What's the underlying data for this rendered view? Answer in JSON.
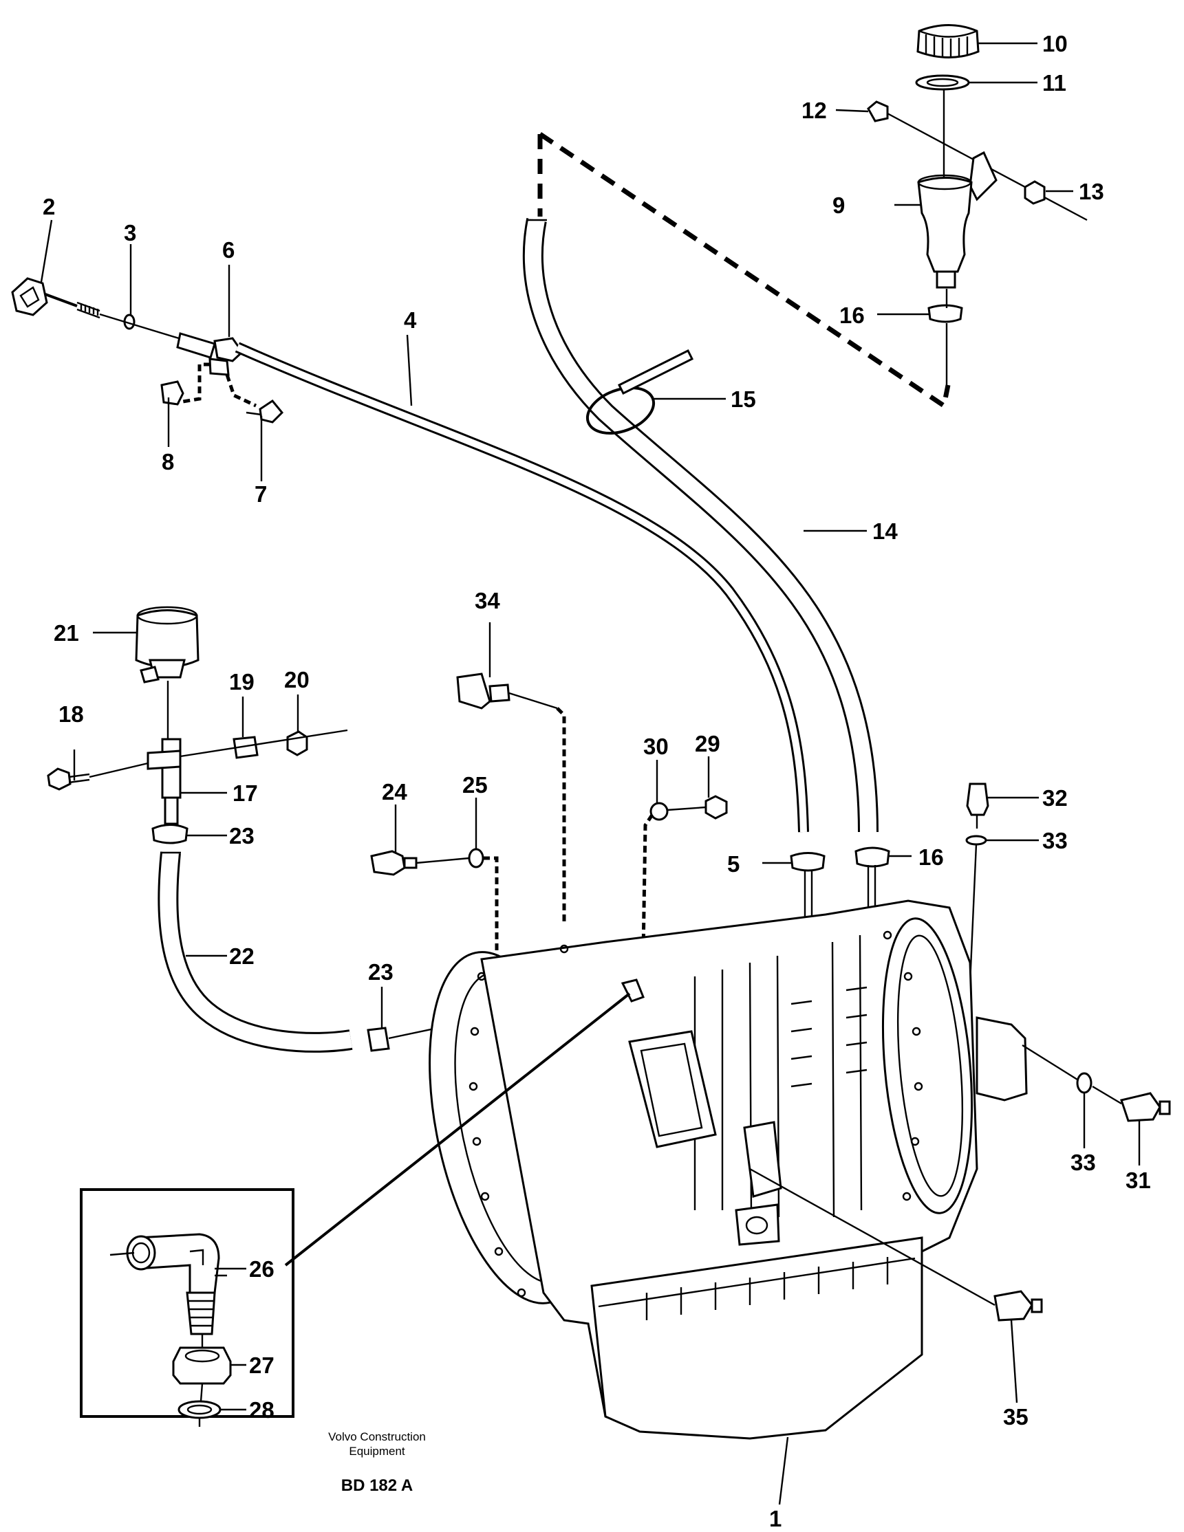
{
  "diagram": {
    "caption_line1": "Volvo Construction",
    "caption_line2": "Equipment",
    "drawing_code": "BD 182 A"
  },
  "callouts": [
    {
      "id": "1",
      "text": "1"
    },
    {
      "id": "2",
      "text": "2"
    },
    {
      "id": "3",
      "text": "3"
    },
    {
      "id": "4",
      "text": "4"
    },
    {
      "id": "5",
      "text": "5"
    },
    {
      "id": "6",
      "text": "6"
    },
    {
      "id": "7",
      "text": "7"
    },
    {
      "id": "8",
      "text": "8"
    },
    {
      "id": "9",
      "text": "9"
    },
    {
      "id": "10",
      "text": "10"
    },
    {
      "id": "11",
      "text": "11"
    },
    {
      "id": "12",
      "text": "12"
    },
    {
      "id": "13",
      "text": "13"
    },
    {
      "id": "14",
      "text": "14"
    },
    {
      "id": "15",
      "text": "15"
    },
    {
      "id": "16a",
      "text": "16"
    },
    {
      "id": "16b",
      "text": "16"
    },
    {
      "id": "17",
      "text": "17"
    },
    {
      "id": "18",
      "text": "18"
    },
    {
      "id": "19",
      "text": "19"
    },
    {
      "id": "20",
      "text": "20"
    },
    {
      "id": "21",
      "text": "21"
    },
    {
      "id": "22",
      "text": "22"
    },
    {
      "id": "23a",
      "text": "23"
    },
    {
      "id": "23b",
      "text": "23"
    },
    {
      "id": "24",
      "text": "24"
    },
    {
      "id": "25",
      "text": "25"
    },
    {
      "id": "26",
      "text": "26"
    },
    {
      "id": "27",
      "text": "27"
    },
    {
      "id": "28",
      "text": "28"
    },
    {
      "id": "29",
      "text": "29"
    },
    {
      "id": "30",
      "text": "30"
    },
    {
      "id": "31",
      "text": "31"
    },
    {
      "id": "32",
      "text": "32"
    },
    {
      "id": "33a",
      "text": "33"
    },
    {
      "id": "33b",
      "text": "33"
    },
    {
      "id": "34",
      "text": "34"
    },
    {
      "id": "35",
      "text": "35"
    }
  ]
}
